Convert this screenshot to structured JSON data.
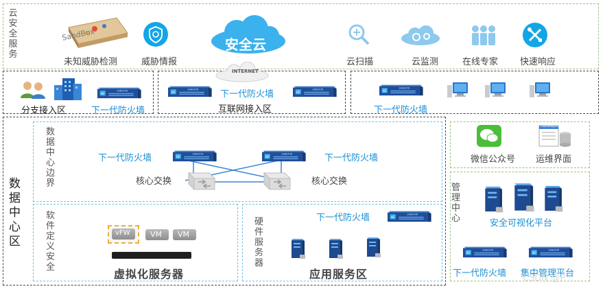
{
  "cloud_service": {
    "label": "云安全服务",
    "cloud_label": "安全云",
    "items": [
      "未知威胁检测",
      "威胁情报",
      "云扫描",
      "云监测",
      "在线专家",
      "快速响应"
    ],
    "sandbox_label": "SandBox"
  },
  "branch": {
    "label1": "分支接入区",
    "label2": "下一代防火墙"
  },
  "internet_zone": {
    "cloud_text": "INTERNET",
    "fw_label": "下一代防火墙",
    "label": "互联网接入区"
  },
  "right_top": {
    "fw_label": "下一代防火墙"
  },
  "datacenter": {
    "label": "数据中心区",
    "edge": {
      "label": "数据中心边界",
      "fw_left": "下一代防火墙",
      "fw_right": "下一代防火墙",
      "switch_left": "核心交换",
      "switch_right": "核心交换"
    },
    "sds": {
      "label": "软件定义安全",
      "title": "虚拟化服务器",
      "vm_labels": [
        "vFW",
        "VM",
        "VM"
      ]
    },
    "hw": {
      "label": "硬件服务器",
      "fw_label": "下一代防火墙",
      "title": "应用服务区"
    }
  },
  "ops": {
    "wechat": "微信公众号",
    "ops_ui": "运维界面",
    "report_title": "DataReport"
  },
  "mgmt": {
    "label": "管理中心",
    "platform": "安全可视化平台",
    "fw_label": "下一代防火墙",
    "central": "集中管理平台"
  },
  "watermark": "CSDN @P",
  "device_brand": "SANGFOR",
  "device_badge": "AF",
  "colors": {
    "accent_blue": "#1a8fd6",
    "zone_green": "#9cc27a",
    "zone_blue": "#6ec0e8"
  }
}
